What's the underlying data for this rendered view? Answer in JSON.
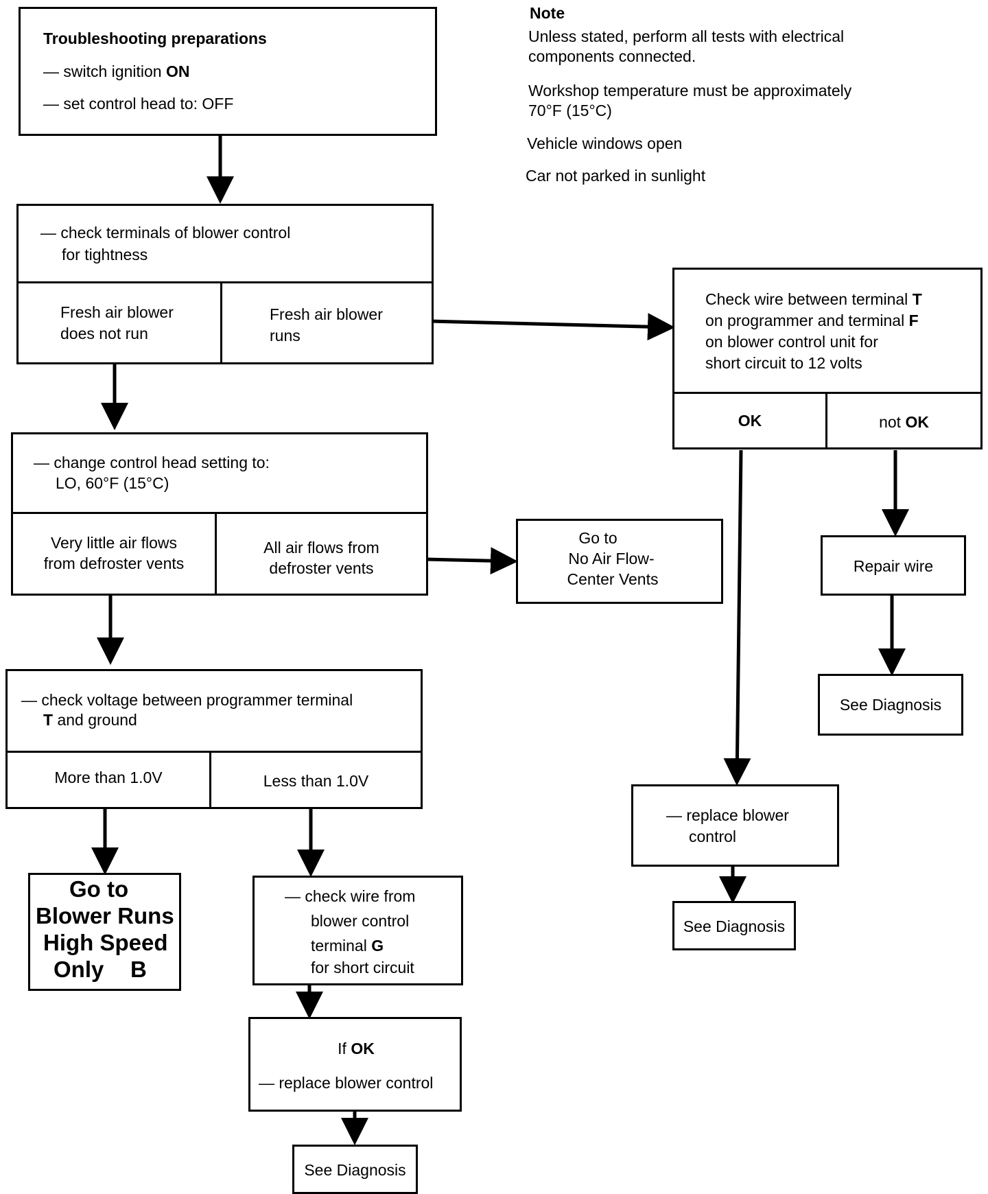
{
  "prep": {
    "title": "Troubleshooting preparations",
    "line1_prefix": "— switch ignition ",
    "line1_bold": "ON",
    "line2": "— set control head to: OFF"
  },
  "note": {
    "title": "Note",
    "p1_l1": "Unless stated, perform all tests with electrical",
    "p1_l2": "components connected.",
    "p2_l1": "Workshop temperature must be approximately",
    "p2_l2": "70°F (15°C)",
    "p3": "Vehicle windows open",
    "p4": "Car not parked in sunlight"
  },
  "check_terminals": {
    "line1": "— check terminals of blower control",
    "line2": "for tightness",
    "left_l1": "Fresh air blower",
    "left_l2": "does not run",
    "right_l1": "Fresh air blower",
    "right_l2": "runs"
  },
  "check_wire_t": {
    "l1_prefix": "Check wire between terminal ",
    "l1_bold": "T",
    "l2_prefix": "on programmer and terminal ",
    "l2_bold": "F",
    "l3": "on blower control unit for",
    "l4": "short circuit to 12 volts",
    "ok": "OK",
    "not_prefix": "not ",
    "not_bold": "OK"
  },
  "change_control": {
    "line1": "— change control head setting to:",
    "line2": "LO, 60°F (15°C)",
    "left_l1": "Very little air flows",
    "left_l2": "from defroster vents",
    "right_l1": "All air flows from",
    "right_l2": "defroster vents"
  },
  "go_center": {
    "l1": "Go to",
    "l2": "No Air Flow-",
    "l3": "Center Vents"
  },
  "repair_wire": {
    "label": "Repair wire"
  },
  "see_diag_right": {
    "label": "See Diagnosis"
  },
  "check_voltage": {
    "line1": "— check voltage between programmer terminal",
    "line2_bold": "T",
    "line2_rest": " and ground",
    "left": "More than 1.0V",
    "right": "Less than 1.0V"
  },
  "replace_blower": {
    "line1": "— replace blower",
    "line2": "control"
  },
  "see_diag_mid": {
    "label": "See Diagnosis"
  },
  "go_blower": {
    "l1": "Go to",
    "l2": "Blower Runs",
    "l3": "High Speed",
    "l4_a": "Only",
    "l4_b": "B"
  },
  "check_wire_g": {
    "line1": "— check wire from",
    "line2": "blower control",
    "line3_prefix": "terminal ",
    "line3_bold": "G",
    "line4": "for short circuit"
  },
  "if_ok": {
    "title_prefix": "If ",
    "title_bold": "OK",
    "line": "— replace blower control"
  },
  "see_diag_bottom": {
    "label": "See Diagnosis"
  }
}
